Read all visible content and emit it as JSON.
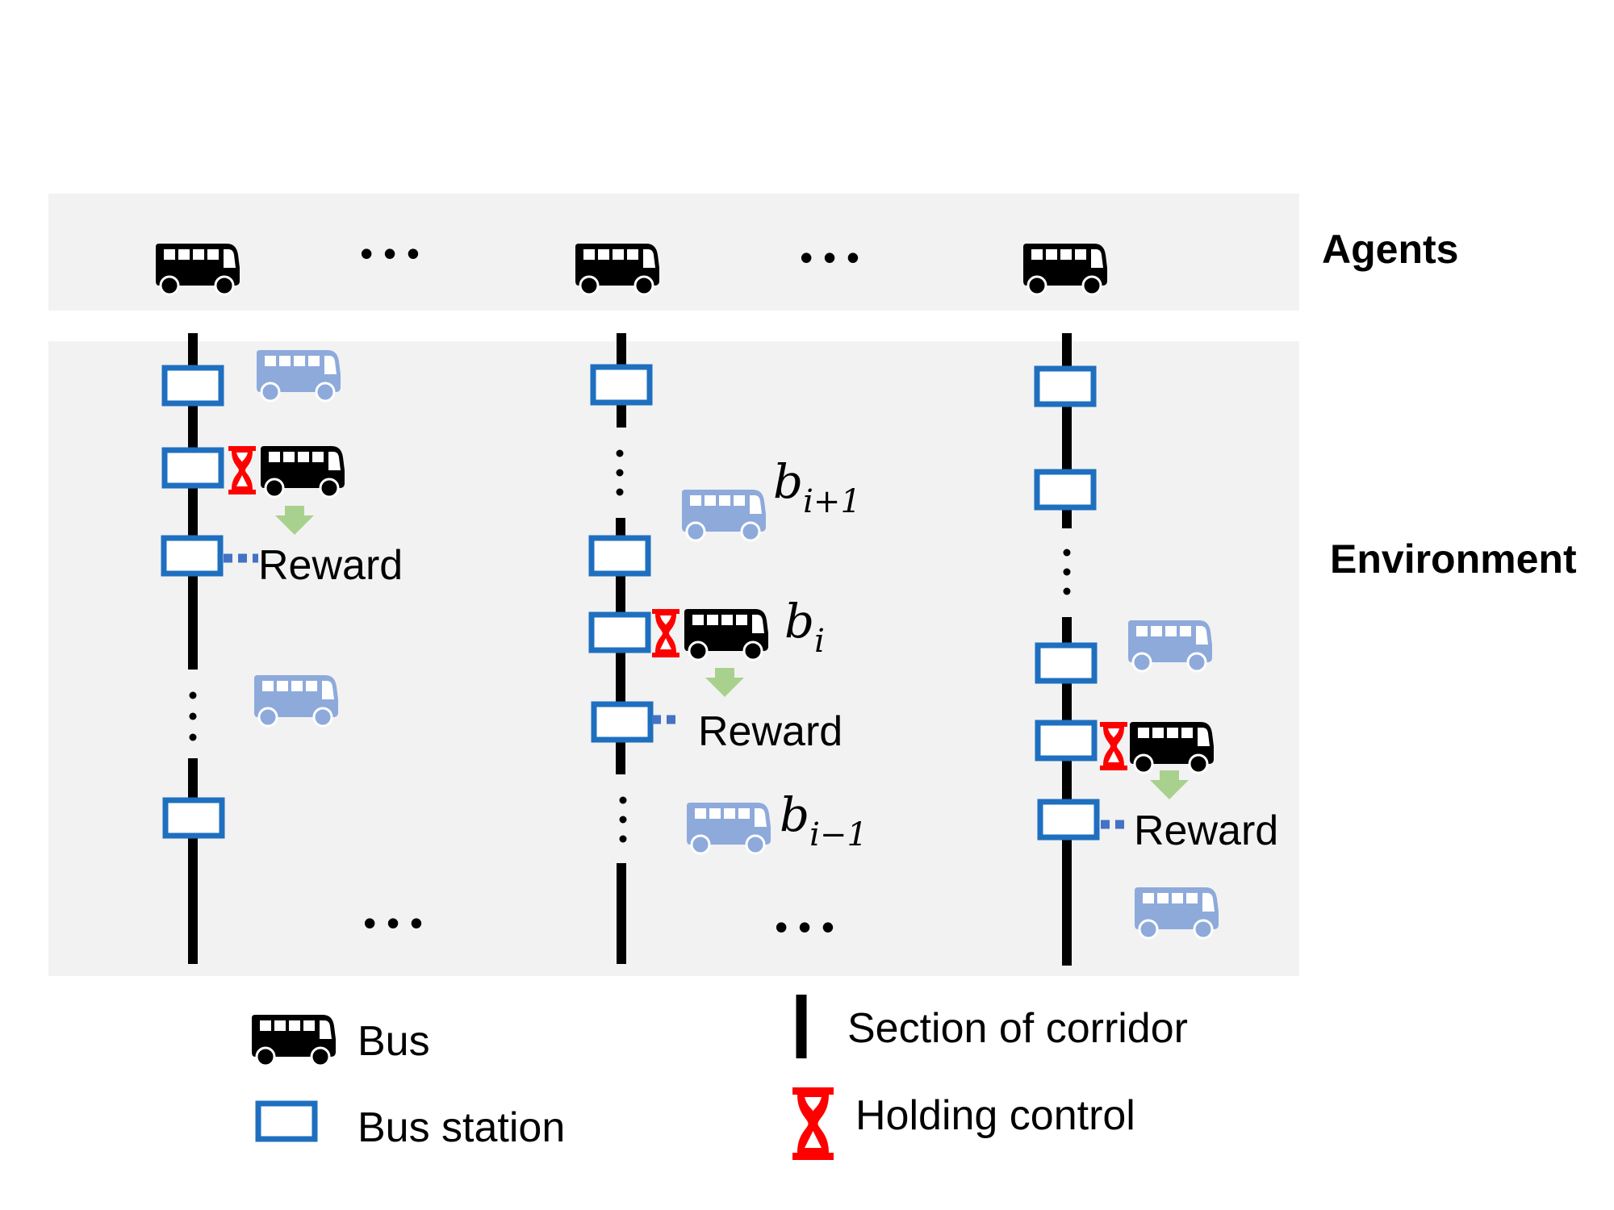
{
  "panels": {
    "agents_label": "Agents",
    "environment_label": "Environment"
  },
  "reward_label": "Reward",
  "ellipsis": "• • •",
  "bus_labels": {
    "next": {
      "base": "b",
      "sub": "i+1"
    },
    "current": {
      "base": "b",
      "sub": "i"
    },
    "previous": {
      "base": "b",
      "sub": "i−1"
    }
  },
  "legend": {
    "bus": "Bus",
    "bus_station": "Bus station",
    "corridor": "Section of corridor",
    "holding": "Holding control"
  },
  "colors": {
    "panel_bg": "#f2f2f2",
    "station_border": "#1f6fbf",
    "ghost_bus": "#8eaadb",
    "holding": "#ff0000",
    "reward_arrow": "#a9d18e",
    "reward_link": "#4472c4"
  },
  "icons": {
    "bus": "bus-icon",
    "ghost_bus": "faded-bus-icon",
    "station": "station-icon",
    "holding": "hourglass-icon",
    "arrow": "down-arrow-icon"
  }
}
